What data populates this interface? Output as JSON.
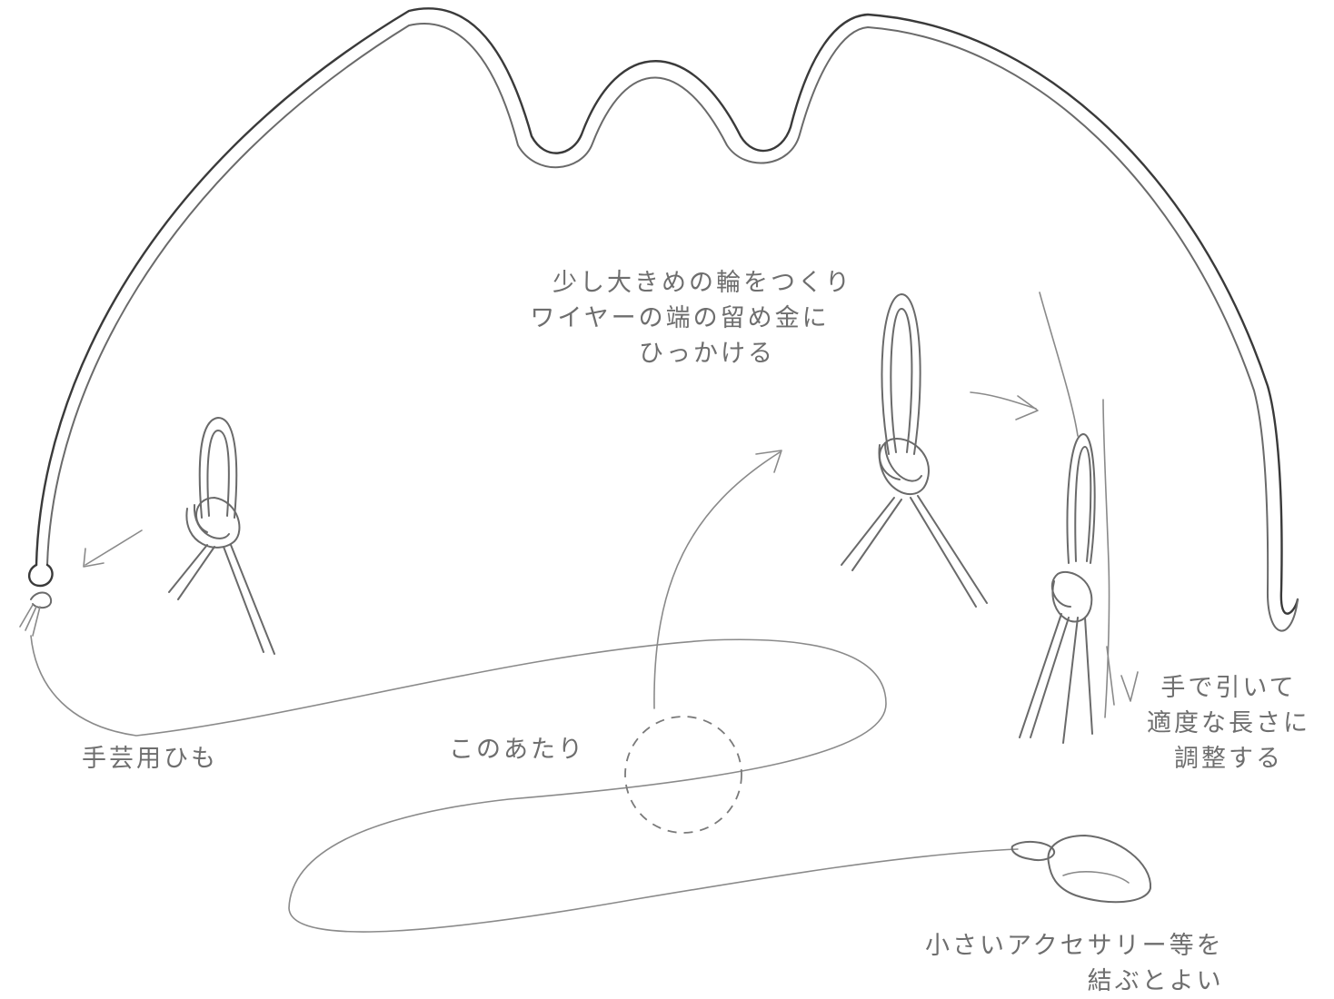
{
  "labels": {
    "loop_instruction": [
      "少し大きめの輪をつくり",
      "ワイヤーの端の留め金に",
      "ひっかける"
    ],
    "cord_name": "手芸用ひも",
    "around_here": "このあたり",
    "adjust_instruction": [
      "手で引いて",
      "適度な長さに",
      "調整する"
    ],
    "accessory_note": [
      "小さいアクセサリー等を",
      "結ぶとよい"
    ]
  }
}
